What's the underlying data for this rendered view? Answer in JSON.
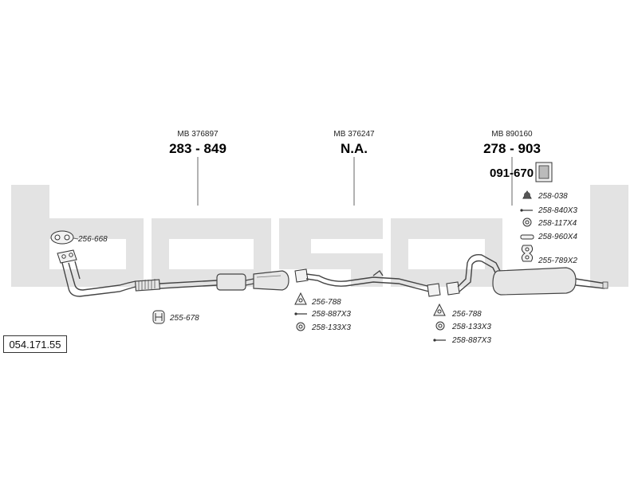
{
  "catalog_number": "054.171.55",
  "background_watermark": "bosal",
  "assemblies": [
    {
      "mb_ref": "MB 376897",
      "bosal_ref": "283 - 849"
    },
    {
      "mb_ref": "MB 376247",
      "bosal_ref": "N.A."
    },
    {
      "mb_ref": "MB 890160",
      "bosal_ref": "278 - 903"
    }
  ],
  "rear_hanger_ref": "091-670",
  "parts": {
    "front_gasket": "256-668",
    "front_clamp": "255-678",
    "mid_flange": "256-788",
    "mid_bolt": "258-887X3",
    "mid_nut": "258-133X3",
    "rear_flange": "256-788",
    "rear_nut": "258-133X3",
    "rear_bolt": "258-887X3",
    "rear_rubber": "258-038",
    "rear_bolt2": "258-840X3",
    "rear_washer": "258-117X4",
    "rear_spring": "258-960X4",
    "rear_bracket": "255-789X2"
  }
}
